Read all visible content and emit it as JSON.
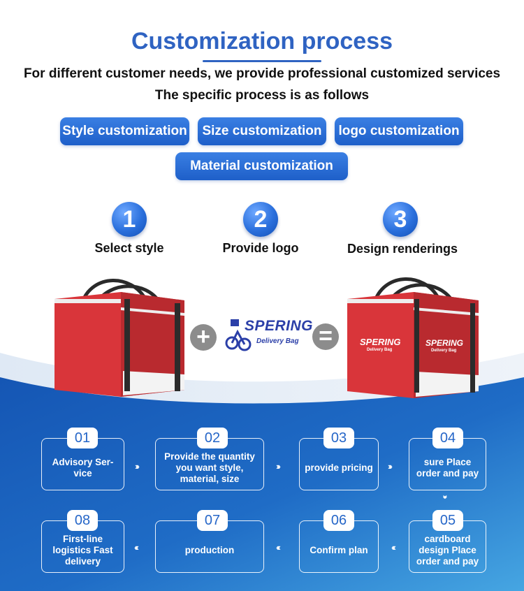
{
  "header": {
    "title": "Customization process",
    "subtitle_line1": "For different customer needs, we provide professional customized services",
    "subtitle_line2": "The specific process is as follows"
  },
  "customization_options": [
    "Style customization",
    "Size customization",
    "logo customization",
    "Material customization"
  ],
  "steps": [
    {
      "number": "1",
      "label": "Select style"
    },
    {
      "number": "2",
      "label": "Provide logo"
    },
    {
      "number": "3",
      "label": "Design renderings"
    }
  ],
  "equation": {
    "plus": "+",
    "equals": "=",
    "logo_brand": "SPERING",
    "logo_sub": "Delivery Bag"
  },
  "bag_print": {
    "brand": "SPERING",
    "sub": "Delivery Bag"
  },
  "process": [
    {
      "number": "01",
      "label": "Advisory Ser- vice"
    },
    {
      "number": "02",
      "label": "Provide the quantity you want style, material, size"
    },
    {
      "number": "03",
      "label": "provide pricing"
    },
    {
      "number": "04",
      "label": "sure Place order and pay"
    },
    {
      "number": "05",
      "label": "cardboard design Place order and pay"
    },
    {
      "number": "06",
      "label": "Confirm plan"
    },
    {
      "number": "07",
      "label": "production"
    },
    {
      "number": "08",
      "label": "First-line logistics Fast delivery"
    }
  ],
  "colors": {
    "accent": "#2f63c2",
    "bag_red": "#d8363a",
    "process_bg_dark": "#1a5cb8",
    "process_bg_light": "#3fa0e0"
  }
}
